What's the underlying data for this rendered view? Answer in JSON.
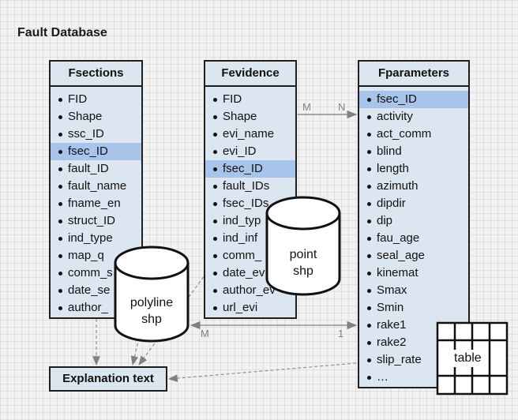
{
  "title": "Fault Database",
  "fsections": {
    "header": "Fsections",
    "items": [
      "FID",
      "Shape",
      "ssc_ID",
      "fsec_ID",
      "fault_ID",
      "fault_name",
      "fname_en",
      "struct_ID",
      "ind_type",
      "map_q",
      "comm_s",
      "date_se",
      "author_"
    ]
  },
  "fevidence": {
    "header": "Fevidence",
    "items": [
      "FID",
      "Shape",
      "evi_name",
      "evi_ID",
      "fsec_ID",
      "fault_IDs",
      "fsec_IDs",
      "ind_typ",
      "ind_inf",
      "comm_",
      "date_ev",
      "author_ev",
      "url_evi"
    ]
  },
  "fparameters": {
    "header": "Fparameters",
    "items": [
      "fsec_ID",
      "activity",
      "act_comm",
      "blind",
      "length",
      "azimuth",
      "dipdir",
      "dip",
      "fau_age",
      "seal_age",
      "kinemat",
      "Smax",
      "Smin",
      "rake1",
      "rake2",
      "slip_rate",
      "…"
    ]
  },
  "explanation": "Explanation text",
  "point_shp": [
    "point",
    "shp"
  ],
  "polyline_shp": [
    "polyline",
    "shp"
  ],
  "table_label": "table",
  "relations": {
    "evidence_to_params": {
      "from": "M",
      "to": "N"
    },
    "sections_to_params": {
      "from": "M",
      "to": "1"
    }
  },
  "colors": {
    "header_fill": "#dce6f1",
    "highlight": "#a9c4ea",
    "connector": "#808080"
  }
}
